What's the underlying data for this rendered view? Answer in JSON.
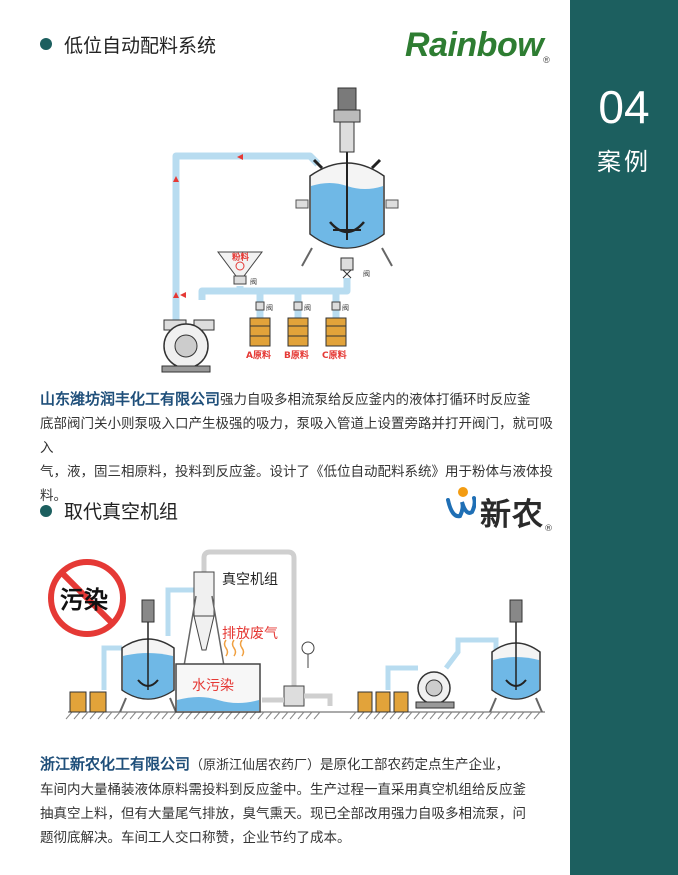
{
  "sidebar": {
    "number": "04",
    "label": "案例"
  },
  "section1": {
    "title": "低位自动配料系统",
    "logo": "Rainbow",
    "diagram": {
      "powder_label": "粉料",
      "valve_label": "阀",
      "material_a": "A原料",
      "material_b": "B原料",
      "material_c": "C原料"
    },
    "company": "山东潍坊润丰化工有限公司",
    "line1": "强力自吸多相流泵给反应釜内的液体打循环时反应釜",
    "line2": "底部阀门关小则泵吸入口产生极强的吸力，泵吸入管道上设置旁路并打开阀门，就可吸入",
    "line3": "气，液，固三相原料，投料到反应釜。设计了《低位自动配料系统》用于粉体与液体投料。"
  },
  "section2": {
    "title": "取代真空机组",
    "logo": "新农",
    "diagram": {
      "pollution_sign": "污染",
      "vacuum_unit": "真空机组",
      "exhaust": "排放废气",
      "water_pollution": "水污染"
    },
    "company": "浙江新农化工有限公司",
    "company_note": "（原浙江仙居农药厂）",
    "line1_rest": "是原化工部农药定点生产企业，",
    "line2": "车间内大量桶装液体原料需投料到反应釜中。生产过程一直采用真空机组给反应釜",
    "line3": "抽真空上料，但有大量尾气排放，臭气熏天。现已全部改用强力自吸多相流泵，问",
    "line4": "题彻底解决。车间工人交口称赞，企业节约了成本。"
  },
  "colors": {
    "teal": "#1c5f5f",
    "pipe": "#b8dcf0",
    "water": "#6fb8e6",
    "red": "#e53935",
    "brand_green": "#2e7d32"
  }
}
